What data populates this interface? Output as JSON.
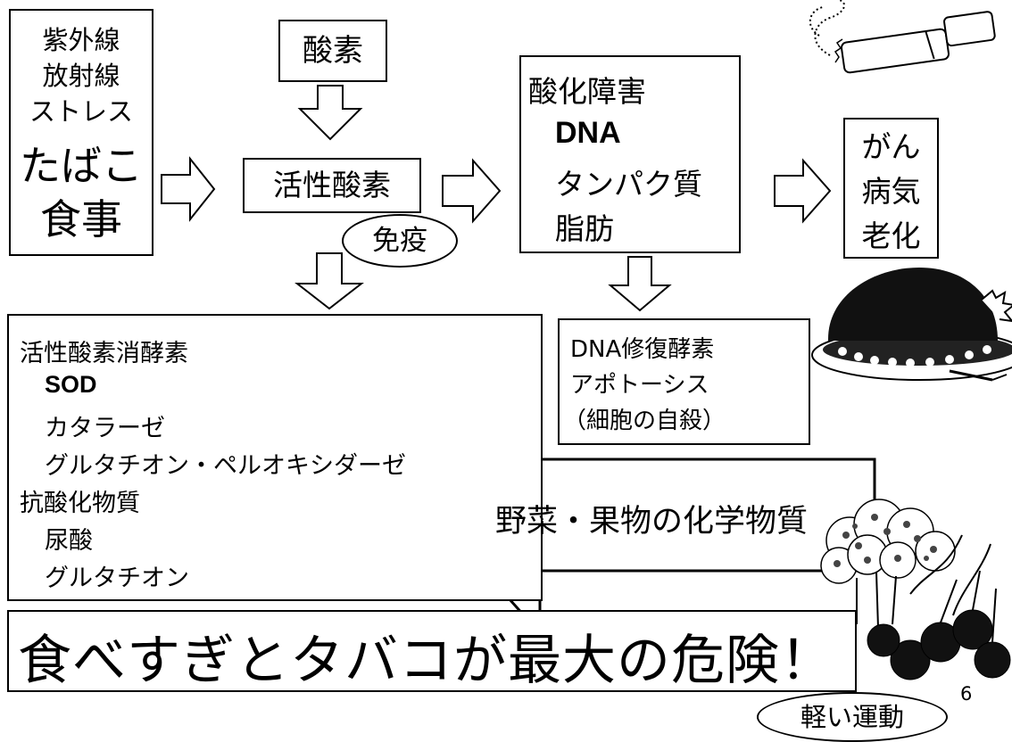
{
  "causes": [
    "紫外線",
    "放射線",
    "ストレス",
    "たばこ",
    "食事"
  ],
  "oxygen": "酸素",
  "ros": "活性酸素",
  "immunity": "免疫",
  "damage": {
    "title": "酸化障害",
    "items": [
      "DNA",
      "タンパク質",
      "脂肪"
    ]
  },
  "outcomes": [
    "がん",
    "病気",
    "老化"
  ],
  "defense": {
    "enzyme_heading": "活性酸素消酵素",
    "enzymes": [
      "SOD",
      "カタラーゼ",
      "グルタチオン・ペルオキシダーゼ"
    ],
    "antioxidant_heading": "抗酸化物質",
    "antioxidants": [
      "尿酸",
      "グルタチオン"
    ]
  },
  "repair": [
    "DNA修復酵素",
    "アポトーシス",
    "（細胞の自殺）"
  ],
  "big_arrow_label": "野菜・果物の化学物質",
  "headline": "食べすぎとタバコが最大の危険！",
  "exercise": "軽い運動",
  "page_number": "6",
  "pictures": [
    "cigarette-illustration",
    "roast-meat-dish-illustration",
    "broccoli-and-cherries-illustration"
  ]
}
